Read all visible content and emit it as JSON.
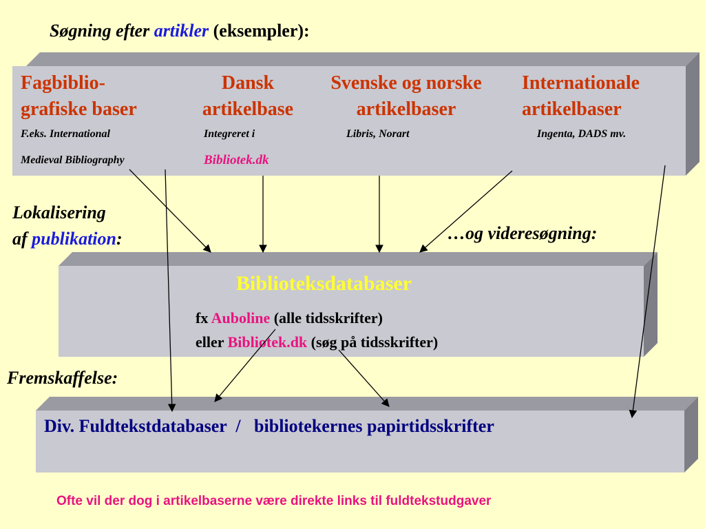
{
  "title": {
    "part1": "Søgning efter ",
    "highlight": "artikler",
    "part2": "  (eksempler):"
  },
  "top_box": {
    "columns": [
      {
        "line1": "Fagbiblio-",
        "line2": "grafiske baser",
        "sub1": "F.eks. International",
        "sub2": "Medieval Bibliography"
      },
      {
        "line1": "Dansk",
        "line2": "artikelbase",
        "sub1": "Integreret i",
        "sub2": "Bibliotek.dk"
      },
      {
        "line1": "Svenske og norske",
        "line2": "artikelbaser",
        "sub1": "Libris, Norart",
        "sub2": ""
      },
      {
        "line1": "Internationale",
        "line2": "artikelbaser",
        "sub1": "Ingenta, DADS mv.",
        "sub2": ""
      }
    ]
  },
  "labels": {
    "lokalisering_1": "Lokalisering",
    "lokalisering_2a": "af ",
    "lokalisering_2b": "publikation",
    "lokalisering_2c": ":",
    "videresoegning": "…og videresøgning:",
    "fremskaffelse": "Fremskaffelse:"
  },
  "middle_box": {
    "title": "Biblioteksdatabaser",
    "line1_a": "fx ",
    "line1_b": "Auboline",
    "line1_c": " (alle tidsskrifter)",
    "line2_a": "eller ",
    "line2_b": "Bibliotek.dk",
    "line2_c": " (søg på tidsskrifter)"
  },
  "bottom_box": {
    "text": "Div. Fuldtekstdatabaser  /   bibliotekernes papirtidsskrifter"
  },
  "footer": "Ofte vil der dog i artikelbaserne være direkte links til fuldtekstudgaver",
  "colors": {
    "background": "#ffffcc",
    "box_face": "#c9c9d1",
    "header_text": "#cc3300",
    "accent_pink": "#e8137f",
    "accent_blue": "#1a1adc",
    "yellow_title": "#ffff33",
    "navy": "#000080"
  }
}
